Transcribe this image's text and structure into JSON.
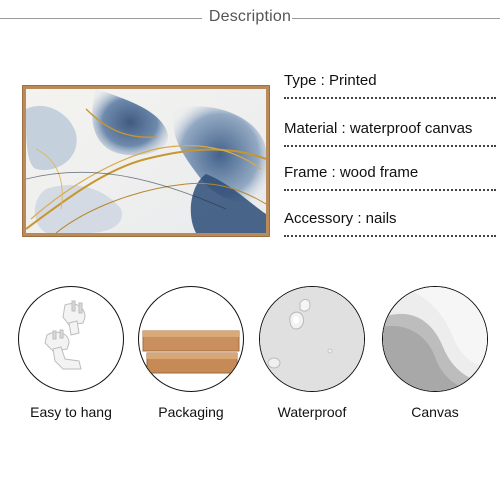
{
  "header": {
    "title": "Description"
  },
  "specs": [
    {
      "text": "Type : Printed"
    },
    {
      "text": "Material : waterproof canvas"
    },
    {
      "text": "Frame : wood frame"
    },
    {
      "text": "Accessory :  nails"
    }
  ],
  "features": [
    {
      "label": "Easy to hang",
      "icon": "wall-hook-icon"
    },
    {
      "label": "Packaging",
      "icon": "cardboard-box-icon"
    },
    {
      "label": "Waterproof",
      "icon": "water-drop-icon"
    },
    {
      "label": "Canvas",
      "icon": "canvas-roll-icon"
    }
  ],
  "colors": {
    "frame": "#b98a5a",
    "ink_blue": "#2f4f78",
    "gold": "#c8962e",
    "divider": "#9a9a9a"
  }
}
